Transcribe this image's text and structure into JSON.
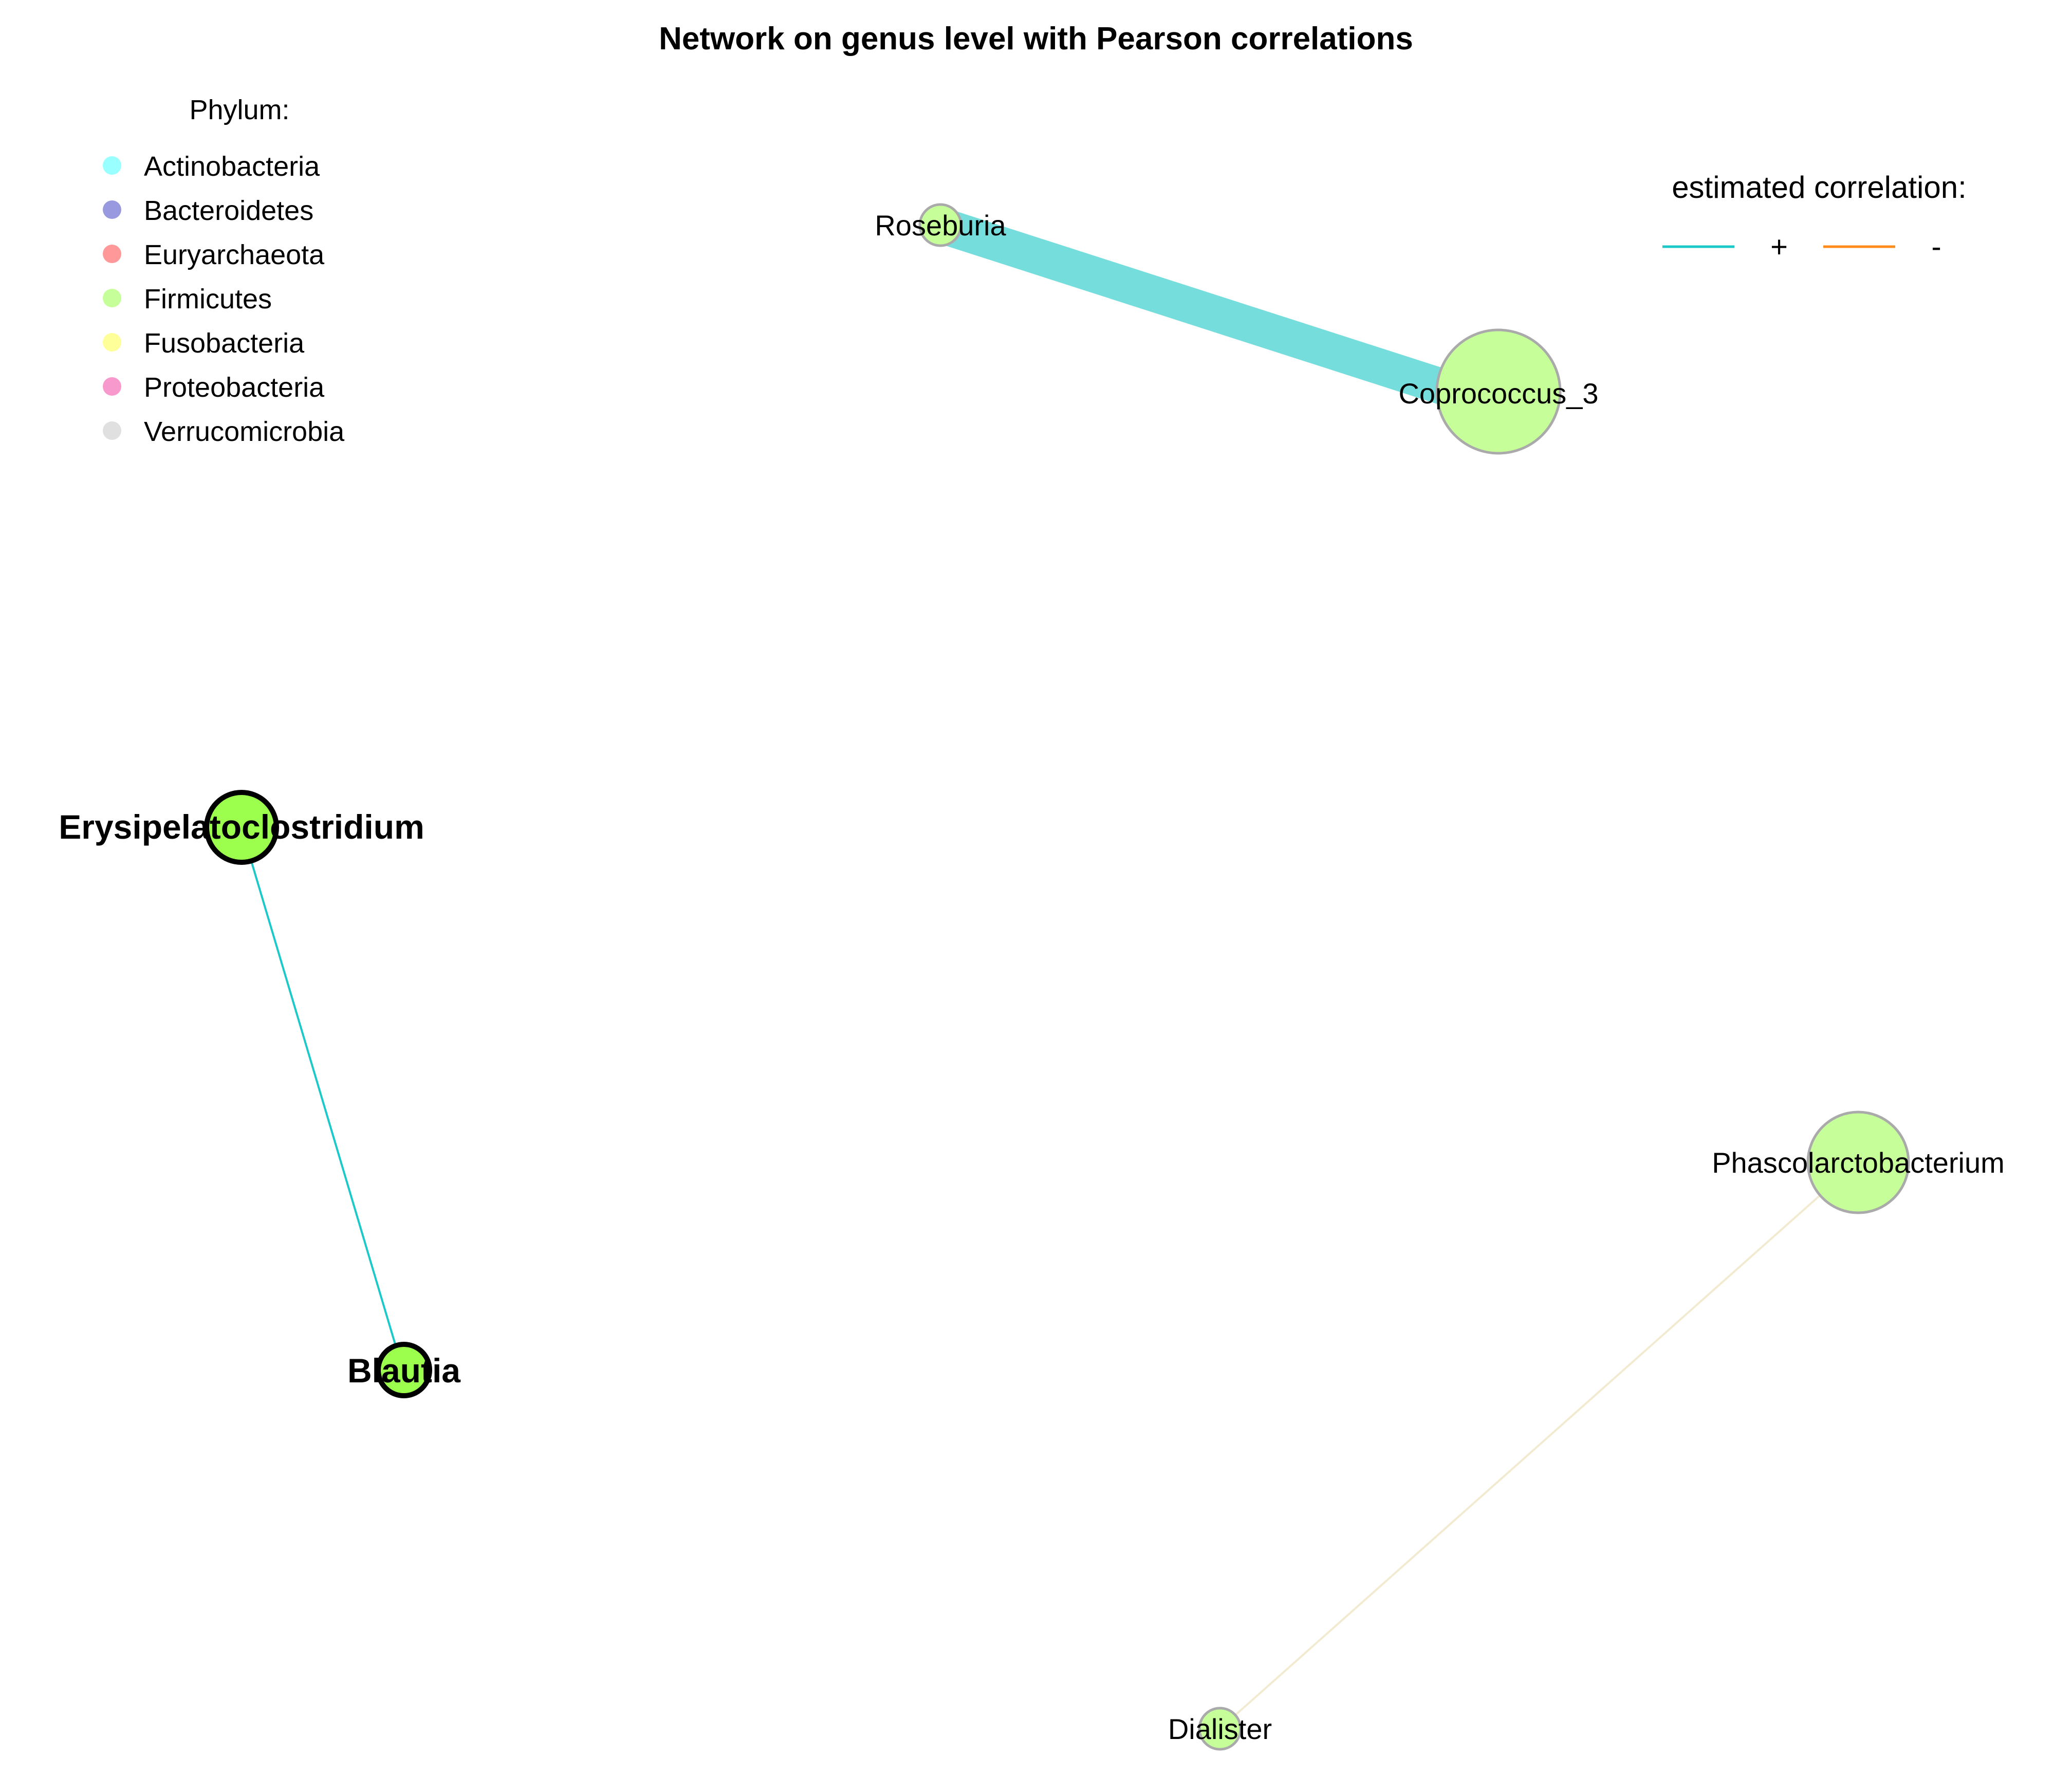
{
  "title": "Network on genus level with Pearson correlations",
  "phylum_legend": {
    "title": "Phylum:",
    "items": [
      {
        "label": "Actinobacteria",
        "color": "#99FFFF"
      },
      {
        "label": "Bacteroidetes",
        "color": "#9999E0"
      },
      {
        "label": "Euryarchaeota",
        "color": "#FF9999"
      },
      {
        "label": "Firmicutes",
        "color": "#C6FF99"
      },
      {
        "label": "Fusobacteria",
        "color": "#FFFF99"
      },
      {
        "label": "Proteobacteria",
        "color": "#F799CC"
      },
      {
        "label": "Verrucomicrobia",
        "color": "#E0E0E0"
      }
    ]
  },
  "correlation_legend": {
    "title": "estimated correlation:",
    "items": [
      {
        "label": "+",
        "color": "#1CC8C8"
      },
      {
        "label": "-",
        "color": "#FF8C1A"
      }
    ]
  },
  "nodes": [
    {
      "id": "roseburia",
      "label": "Roseburia",
      "color": "#C6FF99",
      "highlight": false
    },
    {
      "id": "coprococcus",
      "label": "Coprococcus_3",
      "color": "#C6FF99",
      "highlight": false
    },
    {
      "id": "erysipelatoclostridium",
      "label": "Erysipelatoclostridium",
      "color": "#9CFF4D",
      "highlight": true
    },
    {
      "id": "blautia",
      "label": "Blautia",
      "color": "#9CFF4D",
      "highlight": true
    },
    {
      "id": "phascolarctobacterium",
      "label": "Phascolarctobacterium",
      "color": "#C6FF99",
      "highlight": false
    },
    {
      "id": "dialister",
      "label": "Dialister",
      "color": "#C6FF99",
      "highlight": false
    }
  ],
  "edges": [
    {
      "from": "roseburia",
      "to": "coprococcus",
      "sign": "+",
      "color": "#1CC8C8"
    },
    {
      "from": "erysipelatoclostridium",
      "to": "blautia",
      "sign": "+",
      "color": "#1CC8C8"
    },
    {
      "from": "phascolarctobacterium",
      "to": "dialister",
      "sign": "-",
      "color": "#F2EBD2"
    }
  ]
}
